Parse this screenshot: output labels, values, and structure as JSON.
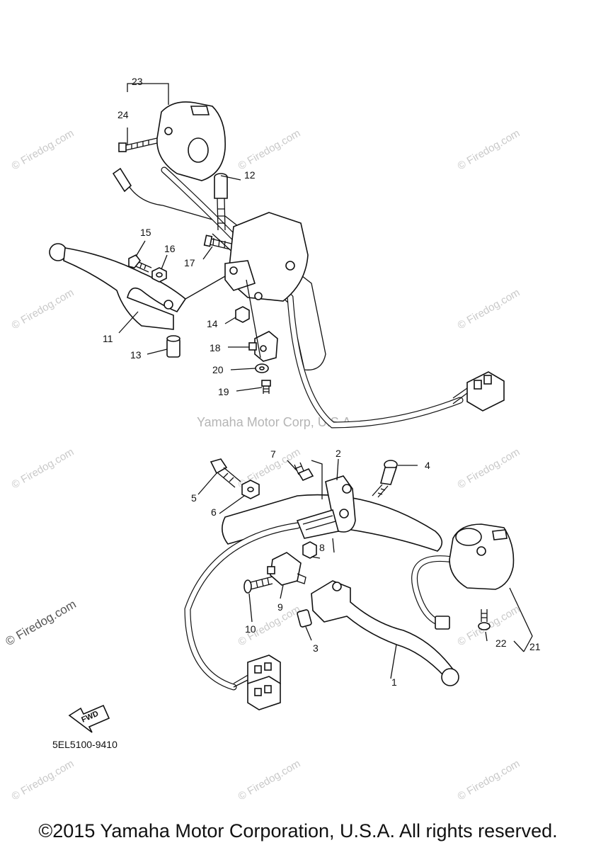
{
  "watermark": {
    "text": "© Firedog.com",
    "center_text": "Yamaha Motor Corp, U.S.A."
  },
  "drawing_code": "5EL5100-9410",
  "fwd_label": "FWD",
  "copyright": "©2015 Yamaha Motor Corporation, U.S.A. All rights reserved.",
  "callouts": [
    "1",
    "2",
    "3",
    "4",
    "5",
    "6",
    "7",
    "8",
    "9",
    "10",
    "11",
    "12",
    "13",
    "14",
    "15",
    "16",
    "17",
    "18",
    "19",
    "20",
    "21",
    "22",
    "23",
    "24"
  ]
}
